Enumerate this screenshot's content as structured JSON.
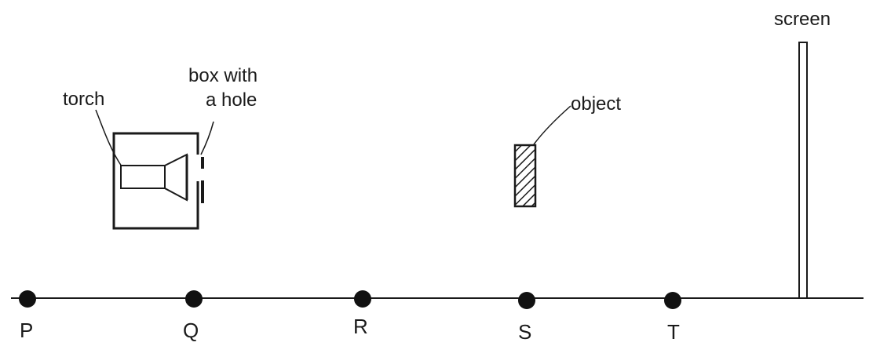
{
  "labels": {
    "torch": "torch",
    "box_line1": "box with",
    "box_line2": "a hole",
    "object": "object",
    "screen": "screen"
  },
  "points": [
    {
      "id": "p",
      "label": "P"
    },
    {
      "id": "q",
      "label": "Q"
    },
    {
      "id": "r",
      "label": "R"
    },
    {
      "id": "s",
      "label": "S"
    },
    {
      "id": "t",
      "label": "T"
    }
  ],
  "colors": {
    "ink": "#1a1a1a",
    "background": "#ffffff"
  }
}
